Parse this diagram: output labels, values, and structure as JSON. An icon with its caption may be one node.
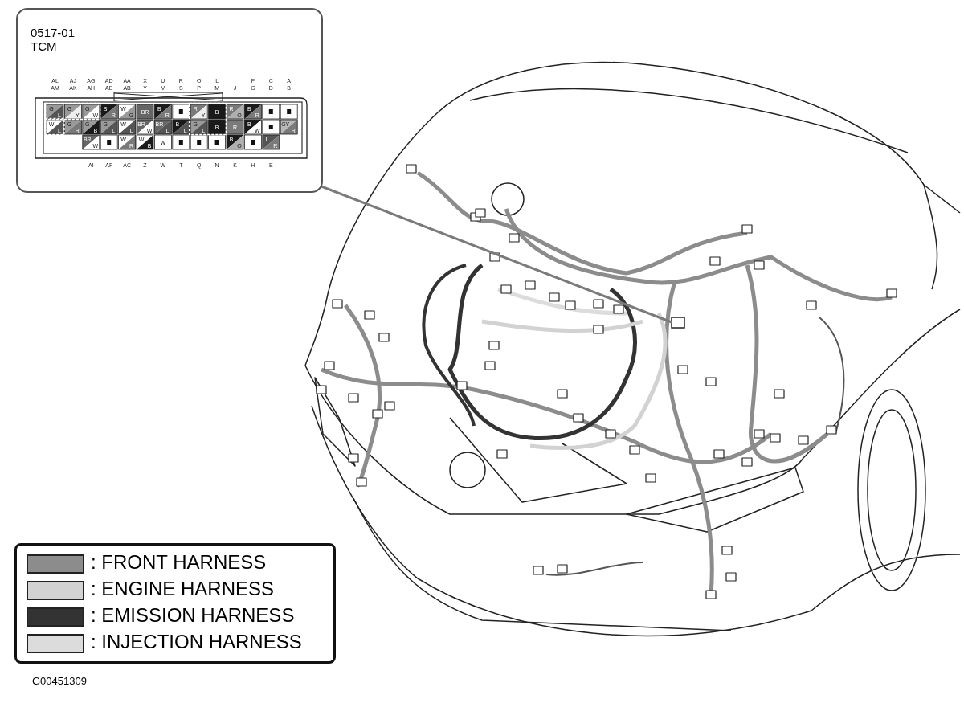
{
  "diagram": {
    "nodes": [
      {
        "text": [
          "0517-01",
          "TCM"
        ]
      },
      {
        "text": [],
        "shape": "box"
      }
    ],
    "edges": [
      {
        "from": 0,
        "to": 1,
        "arrow": "none"
      }
    ],
    "labels": [
      "AL",
      "AJ",
      "AG",
      "AD",
      "AA",
      "X",
      "U",
      "R",
      "O",
      "L",
      "I",
      "F",
      "C",
      "A",
      "AM",
      "AK",
      "AH",
      "AE",
      "AB",
      "Y",
      "V",
      "S",
      "P",
      "M",
      "J",
      "G",
      "D",
      "B",
      "G",
      "L",
      "G",
      "Y",
      "G",
      "W",
      "B",
      "R",
      "W",
      "G",
      "BR",
      "B",
      "R",
      "R",
      "Y",
      "B",
      "R",
      "O",
      "B",
      "R",
      "W",
      "L",
      "G",
      "R",
      "G",
      "B",
      "G",
      "L",
      "W",
      "L",
      "BR",
      "W",
      "BR",
      "L",
      "B",
      "L",
      "G",
      "L",
      "B",
      "R",
      "B",
      "W",
      "GY",
      "R",
      "BR",
      "W",
      "W",
      "R",
      "W",
      "B",
      "W",
      "B",
      "O",
      "L",
      "R",
      "AI",
      "AF",
      "AC",
      "Z",
      "W",
      "T",
      "Q",
      "N",
      "K",
      "H",
      "E",
      "G00451309"
    ],
    "legend": [
      {
        "text": ": FRONT HARNESS",
        "color": "#8c8c8c"
      },
      {
        "text": ": ENGINE HARNESS",
        "color": "#d2d2d2"
      },
      {
        "text": ": EMISSION HARNESS",
        "color": "#333333"
      },
      {
        "text": ": INJECTION HARNESS",
        "color": "#dcdcdc"
      }
    ]
  }
}
